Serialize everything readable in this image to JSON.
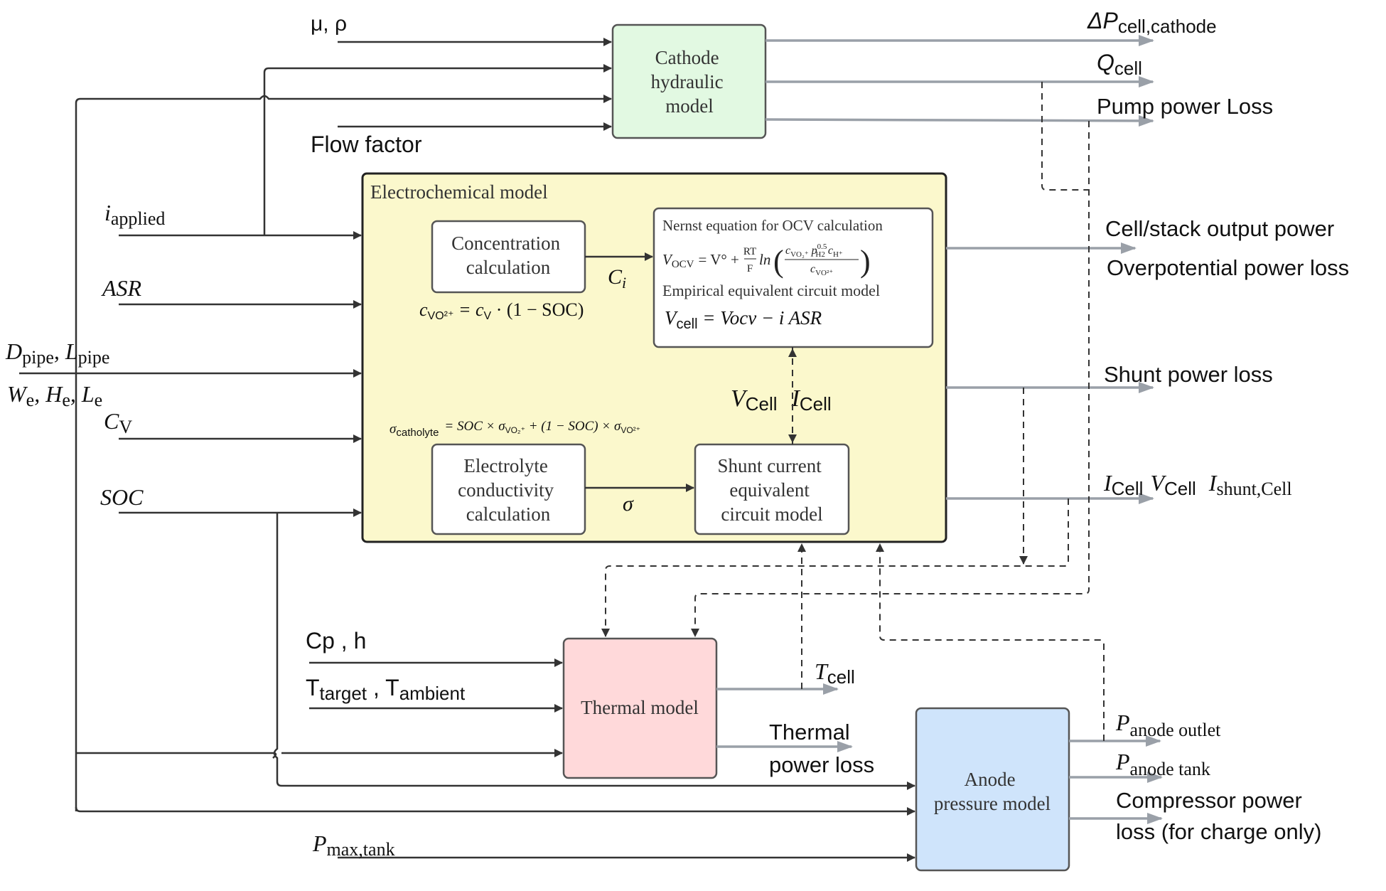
{
  "diagram": {
    "colors": {
      "cathode_fill": "#e2f9e2",
      "electrochem_fill": "#fbf8cc",
      "inner_box_fill": "#ffffff",
      "thermal_fill": "#ffd9da",
      "anode_fill": "#cfe4fb",
      "dark_line": "#333333",
      "output_line": "#9aa0a8"
    },
    "blocks": {
      "cathode": {
        "lines": [
          "Cathode",
          "hydraulic",
          "model"
        ]
      },
      "electrochemical": {
        "title": "Electrochemical model"
      },
      "concentration": {
        "lines": [
          "Concentration",
          "calculation"
        ]
      },
      "nernst": {
        "heading": "Nernst equation  for OCV calculation",
        "ocv_equation": "V_OCV = V° + (RT/F) ln( c_VO2+ · p_H2^0.5 · c_H+ / c_VO2+ )",
        "ocv_lhs": "V",
        "ocv_lhs_sub": "OCV",
        "ocv_rhs": "= V° + ",
        "rt": "RT",
        "f": "F",
        "ln": "ln",
        "numerator": "c",
        "numerator_sub": "VO₂⁺",
        "numerator_p": " p",
        "numerator_p_sup": "0.5",
        "numerator_p_sub": "H2",
        "numerator_h": " c",
        "numerator_h_sub": "H⁺",
        "denominator": "c",
        "denominator_sub": "VO²⁺",
        "empirical_heading": "Empirical equivalent circuit model",
        "vcell_lhs": "V",
        "vcell_sub": "cell",
        "vcell_rhs": " = Vocv − i ASR"
      },
      "concentration_equation": {
        "c": "c",
        "sub": "VO²⁺",
        "rhs": " = c",
        "rhs_sub": "V",
        "rhs_end": " · (1 − SOC)"
      },
      "ci_label": {
        "main": "C",
        "sub": "i"
      },
      "conductivity_equation": {
        "lhs": "σ",
        "lhs_sub": "catholyte",
        "rhs": "= SOC × σ",
        "rhs_sub1": "VO₂⁺",
        "mid": " + (1 − SOC) × σ",
        "rhs_sub2": "VO²⁺"
      },
      "electrolyte": {
        "lines": [
          "Electrolyte",
          "conductivity",
          "calculation"
        ]
      },
      "sigma_label": "σ",
      "shunt": {
        "lines": [
          "Shunt current",
          "equivalent",
          "circuit model"
        ]
      },
      "vcell_icell": {
        "v": "V",
        "v_sub": "Cell",
        "i": "I",
        "i_sub": "Cell"
      },
      "thermal": {
        "label": "Thermal model"
      },
      "anode": {
        "lines": [
          "Anode",
          "pressure model"
        ]
      }
    },
    "inputs": {
      "mu_rho": "μ, ρ",
      "flow_factor": "Flow factor",
      "i_applied": {
        "main": "i",
        "sub": "applied"
      },
      "asr": "ASR",
      "d_pipe": {
        "d": "D",
        "d_sub": "pipe",
        "l": "L",
        "l_sub": "pipe"
      },
      "w_h_l": {
        "w": "W",
        "w_sub": "e",
        "h": "H",
        "h_sub": "e",
        "l": "L",
        "l_sub": "e"
      },
      "c_v": {
        "main": "C",
        "sub": "V"
      },
      "soc": "SOC",
      "cp_h": "Cp  , h",
      "t_target": {
        "t1": "T",
        "t1_sub": "target",
        "sep": "  , T",
        "t2_sub": "ambient"
      },
      "p_max_tank": {
        "main": "P",
        "sub": "max,tank"
      }
    },
    "outputs": {
      "delta_p": {
        "main": "ΔP",
        "sub": "cell,cathode"
      },
      "q_cell": {
        "main": "Q",
        "sub": "cell"
      },
      "pump_loss": "Pump power Loss",
      "cell_power": "Cell/stack output power",
      "overpotential_loss": "Overpotential power loss",
      "shunt_loss": "Shunt power loss",
      "i_v_shunt": {
        "i": "I",
        "i_sub": "Cell",
        "v": "V",
        "v_sub": "Cell",
        "s": "I",
        "s_sub": "shunt,Cell"
      },
      "t_cell": {
        "main": "T",
        "sub": "cell"
      },
      "thermal_loss": [
        "Thermal",
        "power loss"
      ],
      "p_anode_outlet": {
        "main": "P",
        "sub": "anode outlet"
      },
      "p_anode_tank": {
        "main": "P",
        "sub": "anode tank"
      },
      "compressor_loss": [
        "Compressor power",
        "loss (for charge only)"
      ]
    }
  }
}
